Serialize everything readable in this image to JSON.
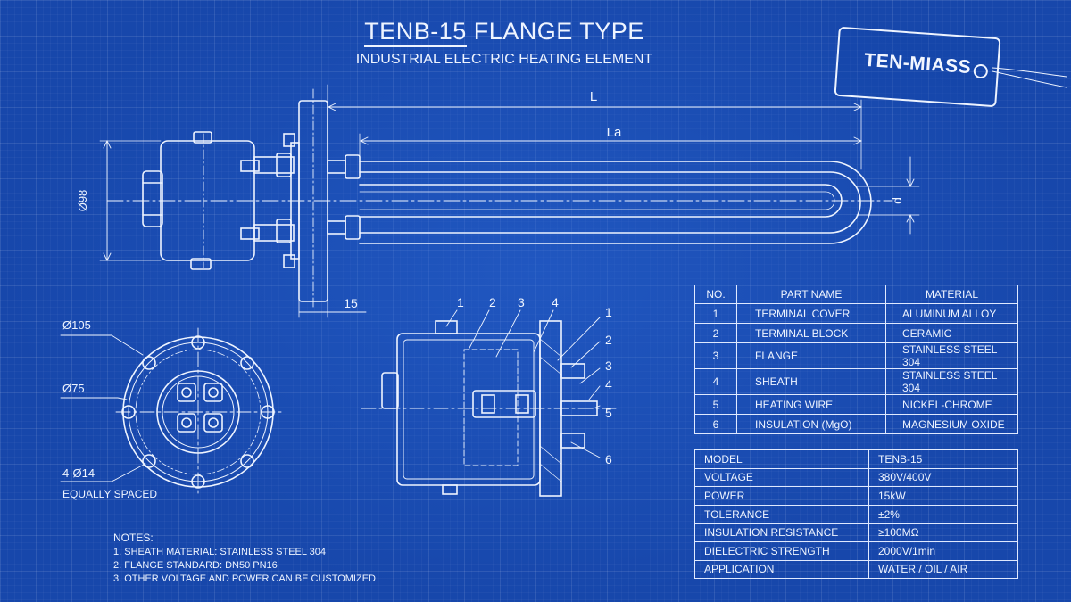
{
  "title": {
    "model": "TENB-15",
    "type": "FLANGE TYPE"
  },
  "subtitle": "INDUSTRIAL ELECTRIC HEATING ELEMENT",
  "brand_tag": "TEN-MIASS",
  "dimensions": {
    "length": "L",
    "active_length": "La",
    "body_diameter": "Ø98",
    "tube_gap": "d",
    "flange_thickness": "15",
    "flange_od": "Ø105",
    "bolt_circle": "Ø75",
    "holes": "4-Ø14",
    "holes_note": "EQUALLY SPACED"
  },
  "section_callouts_top": [
    "1",
    "2",
    "3",
    "4"
  ],
  "section_callouts_right": [
    "1",
    "2",
    "3",
    "4",
    "5",
    "6"
  ],
  "parts_table": {
    "headers": [
      "NO.",
      "PART NAME",
      "MATERIAL"
    ],
    "rows": [
      [
        "1",
        "TERMINAL COVER",
        "ALUMINUM ALLOY"
      ],
      [
        "2",
        "TERMINAL BLOCK",
        "CERAMIC"
      ],
      [
        "3",
        "FLANGE",
        "STAINLESS STEEL 304"
      ],
      [
        "4",
        "SHEATH",
        "STAINLESS STEEL 304"
      ],
      [
        "5",
        "HEATING WIRE",
        "NICKEL-CHROME"
      ],
      [
        "6",
        "INSULATION (MgO)",
        "MAGNESIUM OXIDE"
      ]
    ]
  },
  "specs_table": [
    [
      "MODEL",
      "TENB-15"
    ],
    [
      "VOLTAGE",
      "380V/400V"
    ],
    [
      "POWER",
      "15kW"
    ],
    [
      "TOLERANCE",
      "±2%"
    ],
    [
      "INSULATION RESISTANCE",
      "≥100MΩ"
    ],
    [
      "DIELECTRIC STRENGTH",
      "2000V/1min"
    ],
    [
      "APPLICATION",
      "WATER / OIL / AIR"
    ]
  ],
  "notes": {
    "title": "NOTES:",
    "items": [
      "1. SHEATH MATERIAL: STAINLESS STEEL 304",
      "2. FLANGE STANDARD: DN50 PN16",
      "3. OTHER VOLTAGE AND POWER CAN BE CUSTOMIZED"
    ]
  },
  "colors": {
    "background": "#1747ab",
    "line": "#eef4ff"
  }
}
